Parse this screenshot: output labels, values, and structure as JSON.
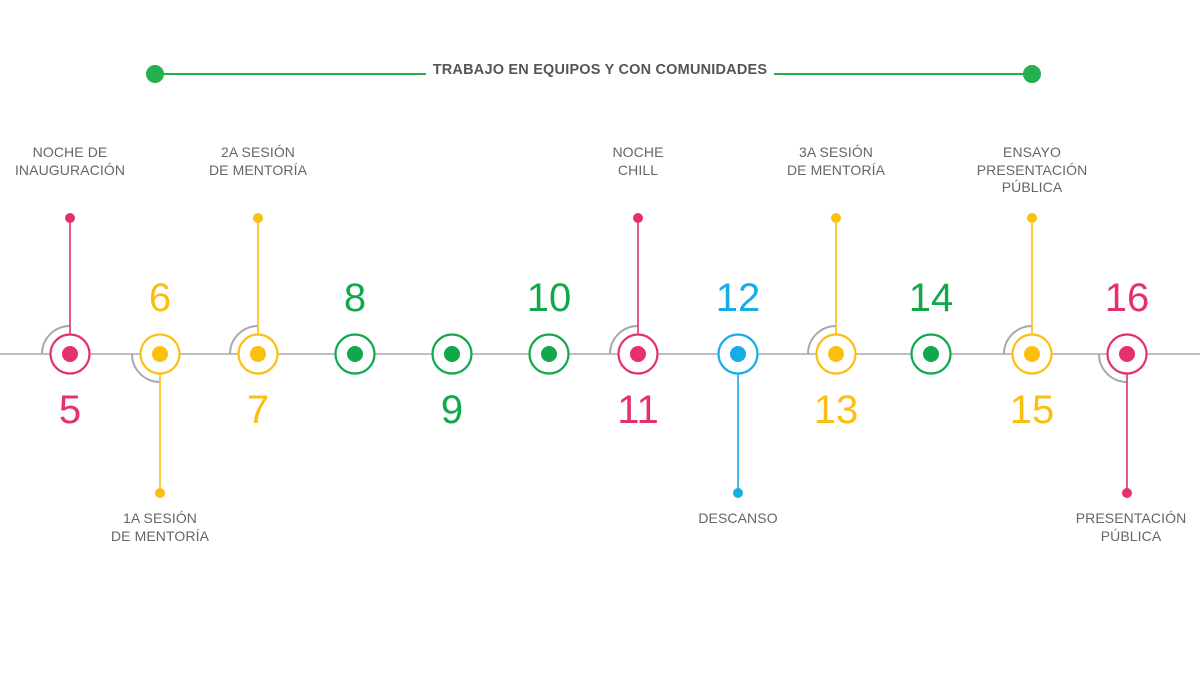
{
  "header": {
    "title": "TRABAJO EN EQUIPOS Y CON COMUNIDADES"
  },
  "colors": {
    "pink": "#e5306f",
    "yellow": "#fbbf10",
    "green": "#10a84a",
    "blue": "#16ace6",
    "axis": "#a9a9a9",
    "label": "#666666",
    "bracket_green": "#22b14c"
  },
  "days": [
    {
      "num": "5",
      "color": "pink",
      "num_pos": "below",
      "arc": true,
      "label": {
        "lines": [
          "NOCHE DE",
          "INAUGURACIÓN"
        ],
        "pos": "above"
      }
    },
    {
      "num": "6",
      "color": "yellow",
      "num_pos": "above",
      "arc": true,
      "label": {
        "lines": [
          "1a SESIÓN",
          "DE MENTORÍA"
        ],
        "pos": "below"
      }
    },
    {
      "num": "7",
      "color": "yellow",
      "num_pos": "below",
      "arc": true,
      "label": {
        "lines": [
          "2a SESIÓN",
          "DE MENTORÍA"
        ],
        "pos": "above"
      }
    },
    {
      "num": "8",
      "color": "green",
      "num_pos": "above",
      "arc": false,
      "label": null
    },
    {
      "num": "9",
      "color": "green",
      "num_pos": "below",
      "arc": false,
      "label": null
    },
    {
      "num": "10",
      "color": "green",
      "num_pos": "above",
      "arc": false,
      "label": null
    },
    {
      "num": "11",
      "color": "pink",
      "num_pos": "below",
      "arc": true,
      "label": {
        "lines": [
          "NOCHE",
          "CHILL"
        ],
        "pos": "above"
      }
    },
    {
      "num": "12",
      "color": "blue",
      "num_pos": "above",
      "arc": false,
      "label": {
        "lines": [
          "DESCANSO"
        ],
        "pos": "below"
      }
    },
    {
      "num": "13",
      "color": "yellow",
      "num_pos": "below",
      "arc": true,
      "label": {
        "lines": [
          "3a SESIÓN",
          "DE MENTORÍA"
        ],
        "pos": "above"
      }
    },
    {
      "num": "14",
      "color": "green",
      "num_pos": "above",
      "arc": false,
      "label": null
    },
    {
      "num": "15",
      "color": "yellow",
      "num_pos": "below",
      "arc": true,
      "label": {
        "lines": [
          "ENSAYO",
          "PRESENTACIÓN",
          "PÚBLICA"
        ],
        "pos": "above"
      }
    },
    {
      "num": "16",
      "color": "pink",
      "num_pos": "above",
      "arc": true,
      "label": {
        "lines": [
          "PRESENTACIÓN",
          "PÚBLICA"
        ],
        "pos": "below"
      }
    }
  ]
}
